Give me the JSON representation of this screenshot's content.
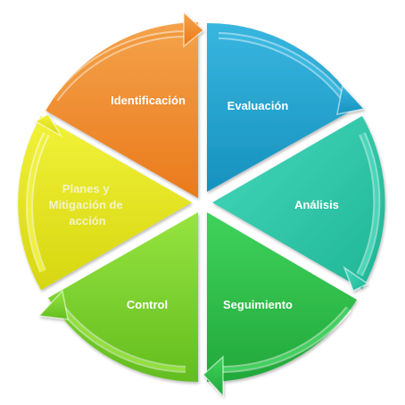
{
  "diagram": {
    "segments": [
      {
        "id": "identificacion",
        "lines": [
          "Identificación"
        ],
        "color": "#ef8a2e"
      },
      {
        "id": "evaluacion",
        "lines": [
          "Evaluación"
        ],
        "color": "#22a6cf"
      },
      {
        "id": "analisis",
        "lines": [
          "Análisis"
        ],
        "color": "#2fc8a8"
      },
      {
        "id": "seguimiento",
        "lines": [
          "Seguimiento"
        ],
        "color": "#2dbf4b"
      },
      {
        "id": "control",
        "lines": [
          "Control"
        ],
        "color": "#7ed32f"
      },
      {
        "id": "planes",
        "lines": [
          "Planes y",
          "Mitigación de",
          "acción"
        ],
        "color": "#e6e619"
      }
    ]
  }
}
